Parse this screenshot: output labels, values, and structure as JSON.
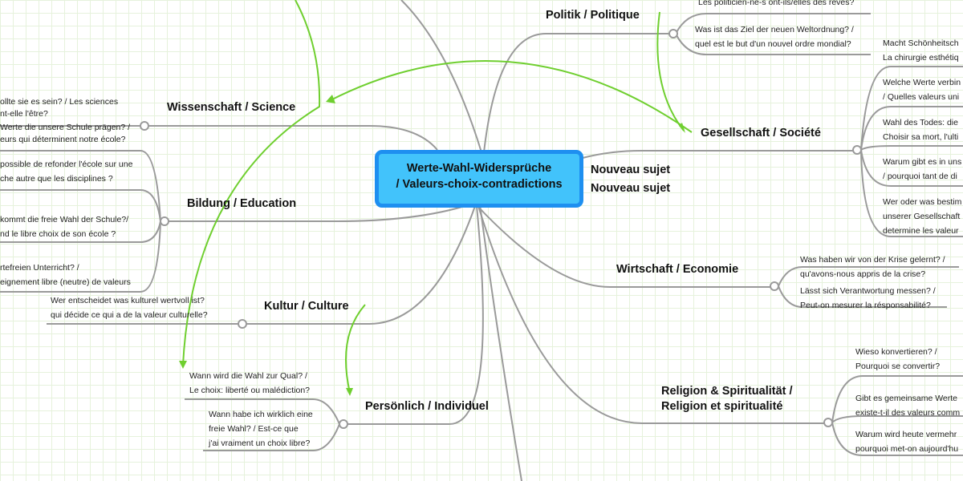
{
  "central": {
    "line1": "Werte-Wahl-Widersprüche",
    "line2": "/ Valeurs-choix-contradictions",
    "overlay1": "Nouveau sujet",
    "overlay2": "Nouveau sujet"
  },
  "colors": {
    "central_fill": "#42c3fb",
    "central_border": "#1e8ff0",
    "relation": "#6fcf2f",
    "branch_line": "#999999"
  },
  "branches": {
    "politik": {
      "label": "Politik / Politique",
      "items": [
        [
          "Les politicien-ne-s ont-ils/elles des rêves?"
        ],
        [
          "Was ist das Ziel der neuen Weltordnung? /",
          "quel est le but d'un nouvel ordre mondial?"
        ]
      ]
    },
    "gesellschaft": {
      "label": "Gesellschaft / Société",
      "items": [
        [
          "Macht Schönheitsch",
          "La chirurgie esthétiq"
        ],
        [
          "Welche Werte verbin",
          "/ Quelles valeurs uni"
        ],
        [
          "Wahl des Todes: die",
          "Choisir sa mort, l'ulti"
        ],
        [
          "Warum gibt es in uns",
          "/ pourquoi tant de di"
        ],
        [
          "Wer oder was bestim",
          "unserer Gesellschaft",
          "determine les valeur"
        ]
      ]
    },
    "wirtschaft": {
      "label": "Wirtschaft / Economie",
      "items": [
        [
          "Was haben wir von der Krise gelernt? /",
          "qu'avons-nous appris de la crise?"
        ],
        [
          "Lässt sich Verantwortung messen? /",
          "Peut-on mesurer la résponsabilité?"
        ]
      ]
    },
    "religion": {
      "label1": "Religion & Spiritualität /",
      "label2": "Religion et spiritualité",
      "items": [
        [
          "Wieso konvertieren? /",
          "Pourquoi se convertir?"
        ],
        [
          "Gibt es gemeinsame Werte",
          "existe-t-il des valeurs comm"
        ],
        [
          "Warum wird heute vermehr",
          "pourquoi met-on aujourd'hu"
        ]
      ]
    },
    "persoenlich": {
      "label": "Persönlich / Individuel",
      "items": [
        [
          "Wann wird die Wahl zur Qual? /",
          "Le choix: liberté ou malédiction?"
        ],
        [
          "Wann habe ich wirklich eine",
          "freie Wahl? / Est-ce que",
          "j'ai vraiment un choix libre?"
        ]
      ]
    },
    "kultur": {
      "label": "Kultur / Culture",
      "items": [
        [
          "Wer entscheidet was kulturel wertvoll ist?",
          "qui décide ce qui a de la valeur culturelle?"
        ]
      ]
    },
    "bildung": {
      "label": "Bildung / Education",
      "items": [
        [
          "possible de refonder l'école sur une",
          "che autre que les disciplines ?"
        ],
        [
          "kommt die freie Wahl der Schule?/",
          "nd le libre choix de son école ?"
        ],
        [
          "rtefreien Unterricht? /",
          "eignement libre (neutre) de valeurs"
        ]
      ]
    },
    "wissenschaft": {
      "label": "Wissenschaft / Science",
      "items": [
        [
          "ollte sie es sein? / Les sciences",
          "nt-elle l'être?"
        ],
        [
          "Werte die unsere Schule prägen? /",
          "eurs qui déterminent notre école?"
        ]
      ]
    }
  }
}
